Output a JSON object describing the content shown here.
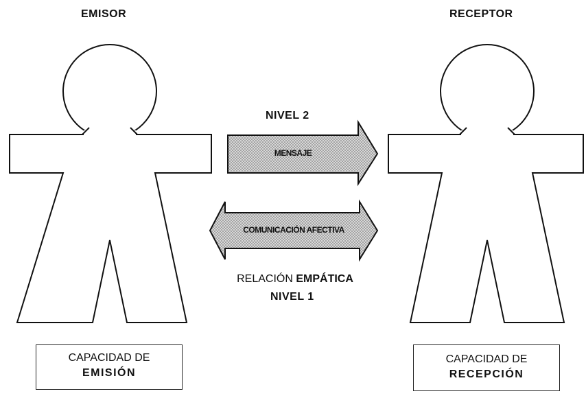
{
  "sender": {
    "title": "EMISOR",
    "capacity_line1": "CAPACIDAD DE",
    "capacity_line2": "EMISIÓN"
  },
  "receiver": {
    "title": "RECEPTOR",
    "capacity_line1": "CAPACIDAD DE",
    "capacity_line2": "RECEPCIÓN"
  },
  "level2": {
    "label": "NIVEL 2",
    "arrow_text": "MENSAJE"
  },
  "level1": {
    "arrow_text": "COMUNICACIÓN AFECTIVA",
    "relation_prefix": "RELACIÓN",
    "relation_bold": "EMPÁTICA",
    "label": "NIVEL 1"
  },
  "colors": {
    "ink": "#111111",
    "arrow_fill": "#cfcfcf",
    "paper": "#ffffff"
  }
}
